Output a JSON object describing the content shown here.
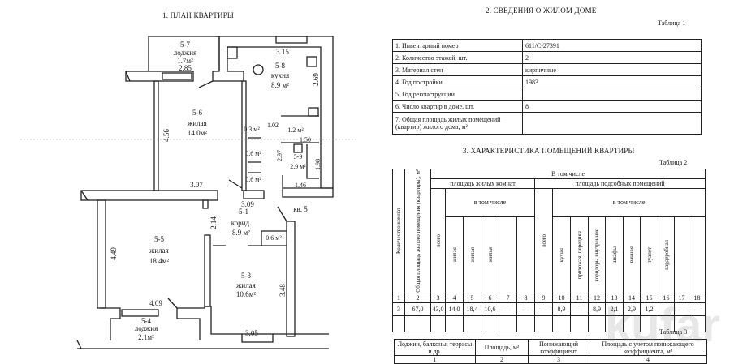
{
  "plan": {
    "title": "1. ПЛАН КВАРТИРЫ",
    "rooms": {
      "r57": {
        "num": "5-7",
        "type": "лоджия",
        "area": "1.7м²",
        "dim": "2.85"
      },
      "r58": {
        "num": "5-8",
        "type": "кухня",
        "area": "8.9 м²",
        "dim_w": "3.15",
        "dim_h": "2.69"
      },
      "r56": {
        "num": "5-6",
        "type": "жилая",
        "area": "14.0м²",
        "dim_h": "4.56",
        "dim_w": "3.07"
      },
      "r55": {
        "num": "5-5",
        "type": "жилая",
        "area": "18.4м²",
        "dim_h": "4.49",
        "dim_w": "2.14"
      },
      "r51": {
        "num": "5-1",
        "type": "корид.",
        "area": "8.9 м²",
        "dim": "3.09"
      },
      "r53": {
        "num": "5-3",
        "type": "жилая",
        "area": "10.6м²",
        "dim_h": "3.48",
        "dim_w": "3.05"
      },
      "r54": {
        "num": "5-4",
        "type": "лоджия",
        "area": "2.1м²",
        "dim": "4.09"
      },
      "r59": {
        "num": "5-9",
        "area": "2.9 м²",
        "dim_h": "1.98",
        "dim_w": "1.46",
        "dim_d": "2.97"
      }
    },
    "small_areas": [
      "0.3 м²",
      "1.02",
      "1.2 м²",
      "1.50",
      "0.6 м²",
      "0.6 м²",
      "0.6 м²"
    ],
    "apartment_label": "кв. 5"
  },
  "section2": {
    "title": "2. СВЕДЕНИЯ О ЖИЛОМ ДОМЕ",
    "table_label": "Таблица 1",
    "rows": [
      {
        "label": "1. Инвентарный номер",
        "value": "611/С-27391"
      },
      {
        "label": "2. Количество этажей, шт.",
        "value": "2"
      },
      {
        "label": "3. Материал стен",
        "value": "кирпичные"
      },
      {
        "label": "4. Год постройки",
        "value": "1983"
      },
      {
        "label": "5. Год реконструкции",
        "value": ""
      },
      {
        "label": "6. Число квартир в доме, шт.",
        "value": "8"
      },
      {
        "label": "7. Общая площадь жилых помещений (квартир) жилого дома, м²",
        "value": ""
      }
    ]
  },
  "section3": {
    "title": "3. ХАРАКТЕРИСТИКА ПОМЕЩЕНИЙ КВАРТИРЫ",
    "table_label": "Таблица 2",
    "h_rooms": "Количество комнат",
    "h_total": "Общая площадь жилого помещения (квартиры), м²",
    "h_incl": "В том числе",
    "h_living": "площадь жилых комнат",
    "h_aux": "площадь подсобных помещений",
    "h_incl2": "в том числе",
    "h_all": "всего",
    "columns": [
      "",
      "",
      "",
      "жилая",
      "жилая",
      "жилая",
      "",
      "",
      "",
      "кухня",
      "прихожая, передняя",
      "коридоры внутренние",
      "шкафы",
      "ванная",
      "туалет",
      "гардеробная",
      "",
      ""
    ],
    "numbers": [
      "1",
      "2",
      "3",
      "4",
      "5",
      "6",
      "7",
      "8",
      "9",
      "10",
      "11",
      "12",
      "13",
      "14",
      "15",
      "16",
      "17",
      "18"
    ],
    "values": [
      "3",
      "67,0",
      "43,0",
      "14,0",
      "18,4",
      "10,6",
      "—",
      "—",
      "—",
      "8,9",
      "—",
      "8,9",
      "2,1",
      "2,9",
      "1,2",
      "—",
      "—",
      "—"
    ]
  },
  "table3": {
    "table_label": "Таблица 3",
    "headers": [
      "Лоджии, балконы, террасы и др.",
      "Площадь, м²",
      "Понижающий коэффициент",
      "Площадь с учетом понижающего коэффициента, м²"
    ],
    "numbers": [
      "1",
      "2",
      "3",
      "4"
    ]
  },
  "watermark": "kufar"
}
